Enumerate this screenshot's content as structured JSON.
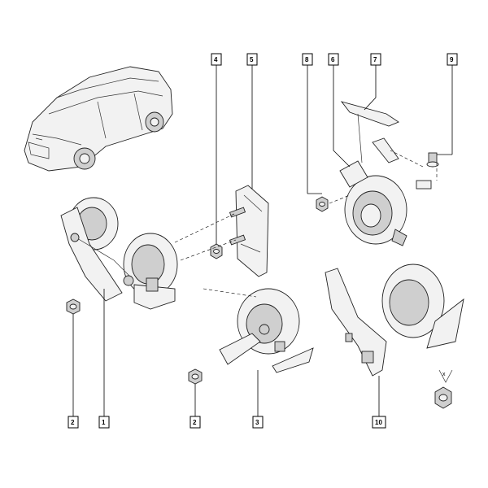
{
  "callouts": [
    {
      "id": "c1",
      "label": "1"
    },
    {
      "id": "c2a",
      "label": "2"
    },
    {
      "id": "c2b",
      "label": "2"
    },
    {
      "id": "c3",
      "label": "3"
    },
    {
      "id": "c4",
      "label": "4"
    },
    {
      "id": "c5",
      "label": "5"
    },
    {
      "id": "c6",
      "label": "6"
    },
    {
      "id": "c7",
      "label": "7"
    },
    {
      "id": "c8",
      "label": "8"
    },
    {
      "id": "c9",
      "label": "9"
    },
    {
      "id": "c10",
      "label": "10"
    }
  ],
  "axis_marker": {
    "label": "x"
  },
  "colors": {
    "line": "#000000",
    "part_fill": "#f2f2f2",
    "part_shade": "#cfcfcf"
  }
}
